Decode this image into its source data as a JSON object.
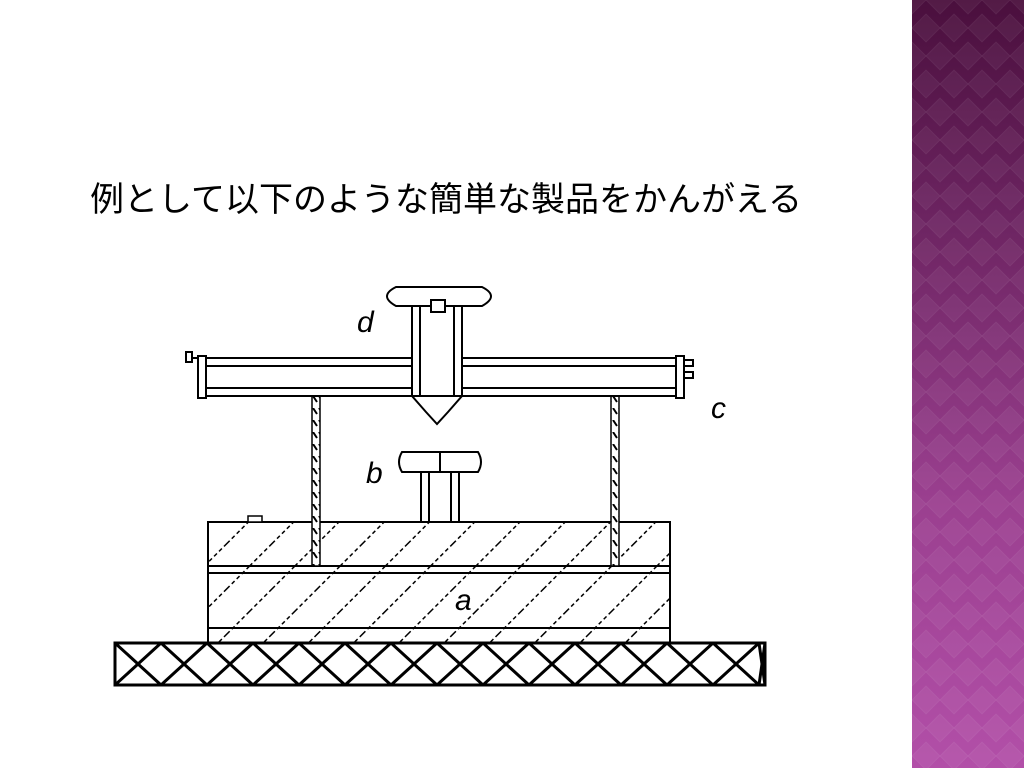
{
  "slide": {
    "title": "例として以下のような簡単な製品をかんがえる"
  },
  "diagram": {
    "labels": {
      "a": "a",
      "b": "b",
      "c": "c",
      "d": "d"
    },
    "colors": {
      "line": "#000000",
      "band_top": "#4a0f3d",
      "band_bottom": "#b24fa8"
    }
  }
}
